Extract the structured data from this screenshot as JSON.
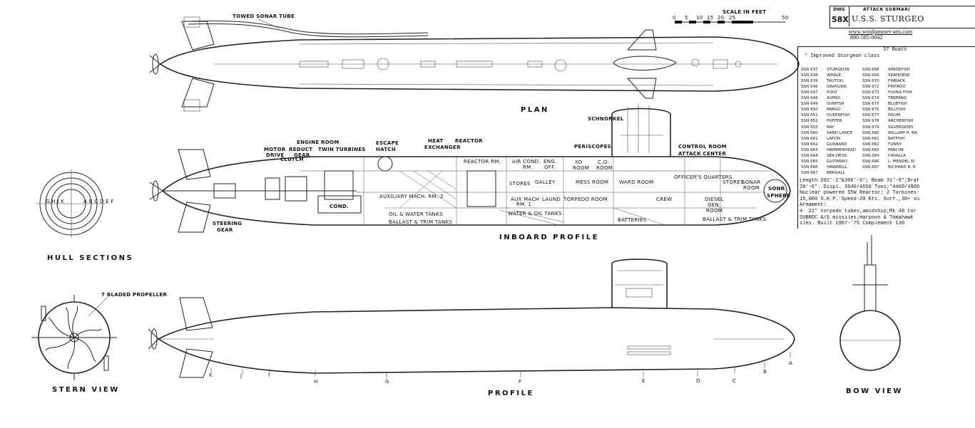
{
  "title_block": {
    "dwg_label": "DWG",
    "dwg_number": "58X",
    "type": "ATTACK SUBMARI",
    "ship_name": "U.S.S. STURGEO",
    "website": "www.windjammer-arts.com",
    "phone": "800-595-0042"
  },
  "scale": {
    "label": "SCALE  IN  FEET",
    "ticks": [
      "0",
      "5",
      "10",
      "15",
      "20",
      "25",
      "50"
    ]
  },
  "views": {
    "plan": "PLAN",
    "inboard_profile": "INBOARD PROFILE",
    "profile": "PROFILE",
    "hull_sections": "HULL SECTIONS",
    "stern_view": "STERN VIEW",
    "bow_view": "BOW VIEW"
  },
  "callouts": {
    "towed_sonar": "TOWED SONAR TUBE",
    "schnorkel": "SCHNORKEL",
    "periscopes": "PERISCOPES",
    "control_room": "CONTROL ROOM",
    "attack_center": "ATTACK CENTER",
    "escape_hatch_1": "ESCAPE",
    "escape_hatch_2": "HATCH",
    "heat_exchanger_1": "HEAT",
    "heat_exchanger_2": "EXCHANGER",
    "reactor": "REACTOR",
    "engine_room": "ENGINE ROOM",
    "twin_turbines": "TWIN TURBINES",
    "reduct_gear_1": "REDUCT",
    "reduct_gear_2": "GEAR",
    "motor_drive_1": "MOTOR",
    "motor_drive_2": "DRIVE",
    "clutch": "CLUTCH",
    "steering_gear_1": "STEERING",
    "steering_gear_2": "GEAR",
    "propeller": "7 BLADED PROPELLER",
    "sections_left": "G,H J K",
    "sections_right": "A  B C D E F"
  },
  "compartments": {
    "reactor_rm": "REACTOR RM.",
    "air_cond_1": "AIR COND.",
    "air_cond_2": "RM.",
    "eng_off_1": "ENG.",
    "eng_off_2": "OFF.",
    "xo_room_1": "XO",
    "xo_room_2": "ROOM",
    "co_room_1": "C.O.",
    "co_room_2": "ROOM",
    "officers_quarters": "OFFICER'S QUARTERS",
    "stores_fwd": "STORES",
    "sonar_room_1": "SONAR",
    "sonar_room_2": "ROOM",
    "sonar_sphere_1": "SONR",
    "sonar_sphere_2": "SPHERE",
    "stores": "STORES",
    "galley": "GALLEY",
    "mess_room": "MESS ROOM",
    "ward_room": "WARD ROOM",
    "aux_mach_1": "AUXILIARY MACH. RM. 2",
    "aux_mach_2": "AUX MACH",
    "aux_mach_3": "RM. 1",
    "laundry": "LAUND",
    "torpedo_room": "TORPEDO ROOM",
    "crew": "CREW",
    "diesel_1": "DIESEL",
    "diesel_2": "GEN.",
    "diesel_3": "ROOM",
    "cond": "COND.",
    "oil_water": "OIL & WATER TANKS",
    "ballast_trim_aft": "BALLAST & TRIM TANKS",
    "water_oil": "WATER & OIL TANKS",
    "batteries": "BATTERIES",
    "ballast_trim_fwd": "BALLAST & TRIM TANKS"
  },
  "stations": [
    "K",
    "J",
    "I",
    "H",
    "G",
    "F",
    "E",
    "D",
    "C",
    "B",
    "A"
  ],
  "fleet": {
    "count": "37 Boats",
    "class_note": "* Improved Sturgeon class",
    "boats": [
      {
        "hull": "SSN 637",
        "name": "STURGEON"
      },
      {
        "hull": "SSN 638",
        "name": "WHALE"
      },
      {
        "hull": "SSN 639",
        "name": "TAUTOG"
      },
      {
        "hull": "SSN 646",
        "name": "GRAYLING"
      },
      {
        "hull": "SSN 647",
        "name": "POGY"
      },
      {
        "hull": "SSN 648",
        "name": "ASPRO"
      },
      {
        "hull": "SSN 649",
        "name": "SUNFISH"
      },
      {
        "hull": "SSN 650",
        "name": "PARGO"
      },
      {
        "hull": "SSN 651",
        "name": "QUEENFISH"
      },
      {
        "hull": "SSN 652",
        "name": "PUFFER"
      },
      {
        "hull": "SSN 653",
        "name": "RAY"
      },
      {
        "hull": "SSN 660",
        "name": "SAND LANCE"
      },
      {
        "hull": "SSN 661",
        "name": "LAPON"
      },
      {
        "hull": "SSN 662",
        "name": "GURNARD"
      },
      {
        "hull": "SSN 663",
        "name": "HAMMERHEAD"
      },
      {
        "hull": "SSN 664",
        "name": "SEA DEVIL"
      },
      {
        "hull": "SSN 665",
        "name": "GUITARRO"
      },
      {
        "hull": "SSN 666",
        "name": "HAWKBILL"
      },
      {
        "hull": "SSN 667",
        "name": "BERGALL"
      },
      {
        "hull": "SSN 668",
        "name": "SPADEFISH"
      },
      {
        "hull": "SSN 669",
        "name": "SEAHORSE"
      },
      {
        "hull": "SSN 670",
        "name": "FINBACK"
      },
      {
        "hull": "SSN 672",
        "name": "PINTADO"
      },
      {
        "hull": "SSN 673",
        "name": "FLYING FISH"
      },
      {
        "hull": "SSN 674",
        "name": "TREPANG"
      },
      {
        "hull": "SSN 675",
        "name": "BLUEFISH"
      },
      {
        "hull": "SSN 676",
        "name": "BILLFISH"
      },
      {
        "hull": "SSN 677",
        "name": "DRUM"
      },
      {
        "hull": "SSN 678",
        "name": "ARCHERFISH"
      },
      {
        "hull": "SSN 679",
        "name": "SILVERSIDES"
      },
      {
        "hull": "SSN 680",
        "name": "WILLIAM H. BA"
      },
      {
        "hull": "SSN 681",
        "name": "BATFISH"
      },
      {
        "hull": "SSN 682",
        "name": "TUNNY"
      },
      {
        "hull": "SSN 683",
        "name": "PARCHE"
      },
      {
        "hull": "SSN 684",
        "name": "CAVALLA"
      },
      {
        "hull": "SSN 686",
        "name": "L. MENDEL RI"
      },
      {
        "hull": "SSN 687",
        "name": "RICHARD B. R"
      }
    ]
  },
  "specs": [
    "Length 292'-2\"&306'-6\"; Beam 31'-8\";Draf",
    "28'-6\". Displ. 3640/4650 Tons;*4460/4960",
    "Nuclear powered S5W Reactor; 2 Turbines-",
    "15,000 S.H.P. Speed-20 Kts. Surf.,30+ su",
    "Armament:",
    " 4- 21\" torpedo tubes,amidship;Mk 48 tor",
    "SUBROC A/S missiles;Harpoon & Tomahawk",
    "iles.  Built 1967-'75   Complement 130"
  ]
}
